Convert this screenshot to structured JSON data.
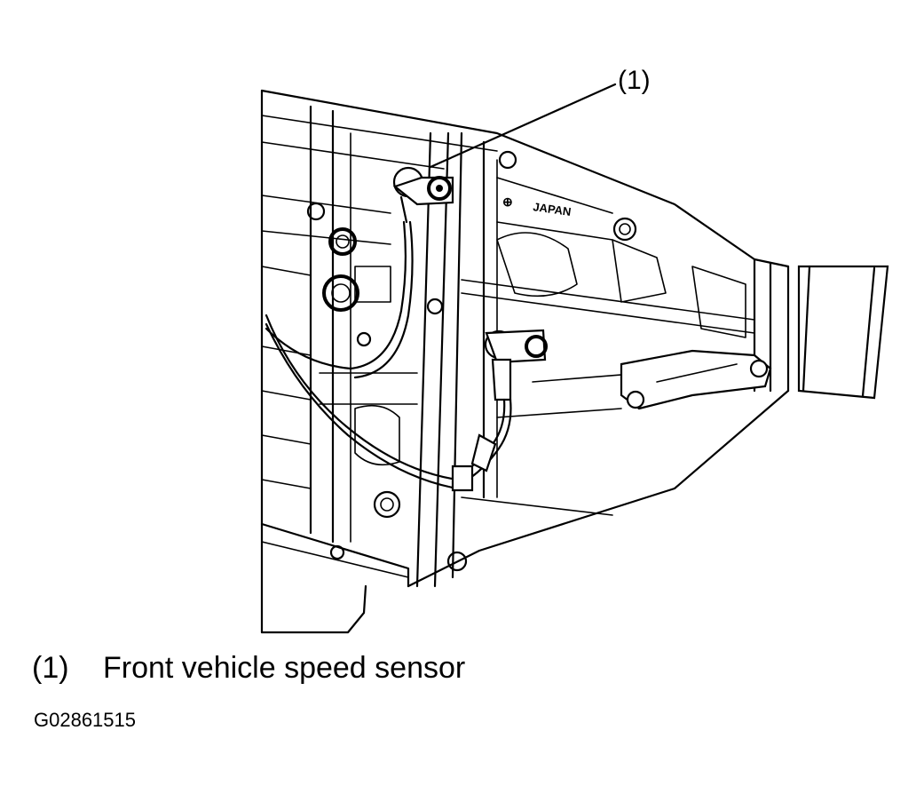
{
  "figure": {
    "callout_label": "(1)",
    "housing_marking": "JAPAN",
    "housing_logo_glyph": "⊕"
  },
  "legend": [
    {
      "number": "(1)",
      "text": "Front vehicle speed sensor"
    }
  ],
  "figure_id": "G02861515"
}
